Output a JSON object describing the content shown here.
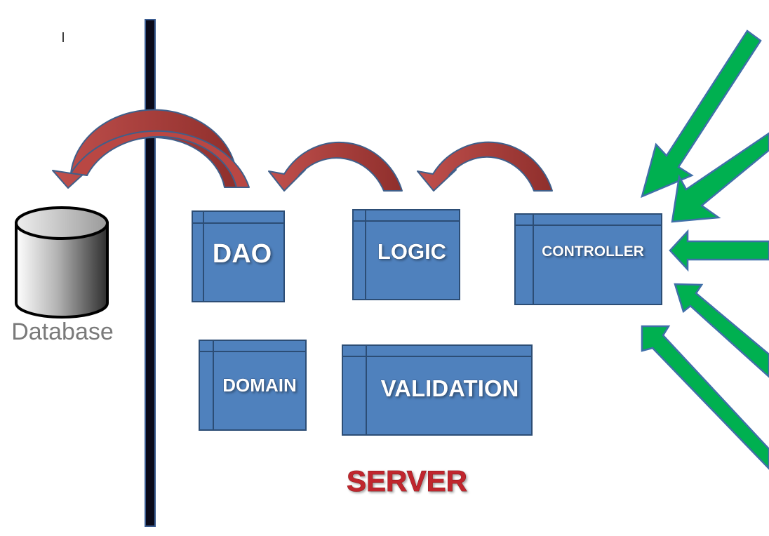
{
  "components": {
    "dao": "DAO",
    "logic": "LOGIC",
    "controller": "CONTROLLER",
    "domain": "DOMAIN",
    "validation": "VALIDATION"
  },
  "database_label": "Database",
  "server_label": "SERVER",
  "colors": {
    "box_fill": "#4f81bd",
    "box_stroke": "#2c4d75",
    "curved_arrow": "#c0504d",
    "request_arrow": "#00b050",
    "boundary": "#0a0a1a",
    "server_text": "#c0272d"
  },
  "icons": {
    "database": "database-cylinder-icon",
    "flow_arrows": "curved-arrow-icon",
    "requests": "incoming-request-arrow-icon"
  },
  "request_arrow_count": 5
}
